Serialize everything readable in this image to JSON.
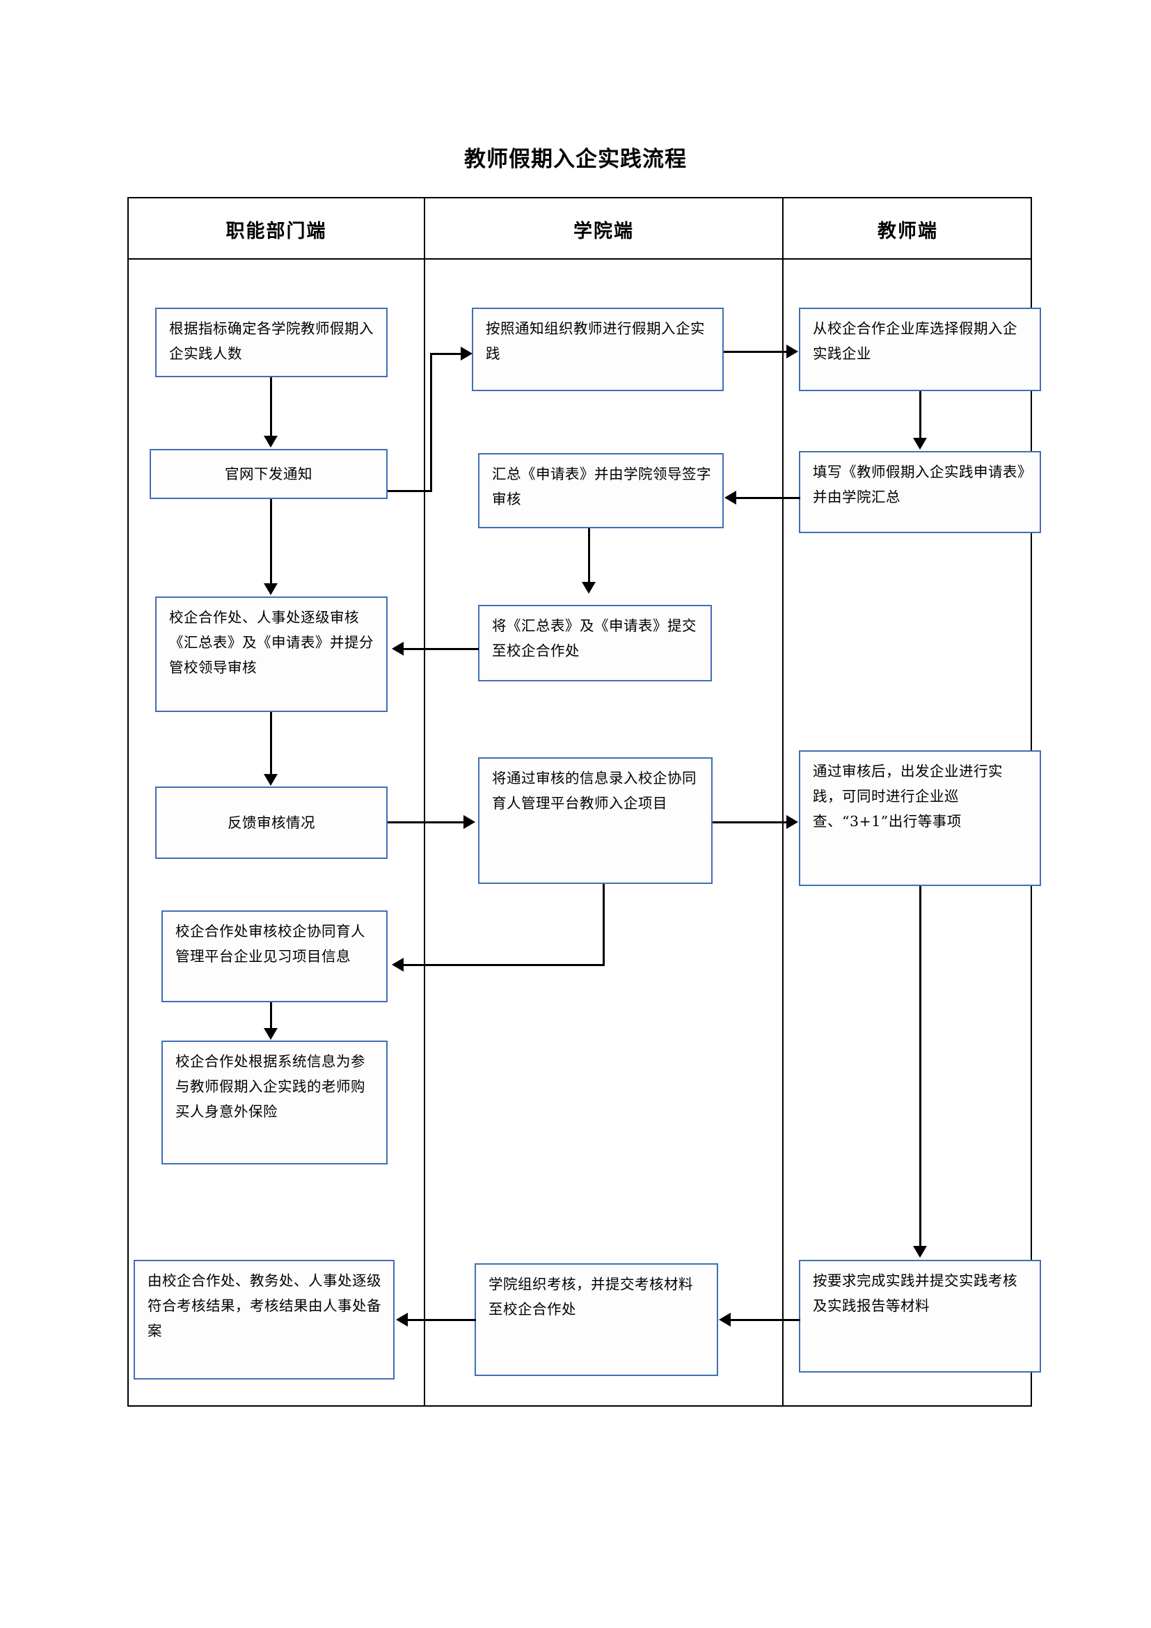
{
  "title": "教师假期入企实践流程",
  "columns": [
    {
      "id": "functional-dept",
      "header": "职能部门端"
    },
    {
      "id": "college",
      "header": "学院端"
    },
    {
      "id": "teacher",
      "header": "教师端"
    }
  ],
  "nodes": {
    "c1": [
      {
        "id": "c1n1",
        "text": "根据指标确定各学院教师假期入企实践人数"
      },
      {
        "id": "c1n2",
        "text": "官网下发通知"
      },
      {
        "id": "c1n3",
        "text": "校企合作处、人事处逐级审核《汇总表》及《申请表》并提分管校领导审核"
      },
      {
        "id": "c1n4",
        "text": "反馈审核情况"
      },
      {
        "id": "c1n5",
        "text": "校企合作处审核校企协同育人管理平台企业见习项目信息"
      },
      {
        "id": "c1n6",
        "text": "校企合作处根据系统信息为参与教师假期入企实践的老师购买人身意外保险"
      },
      {
        "id": "c1n7",
        "text": "由校企合作处、教务处、人事处逐级符合考核结果，考核结果由人事处备案"
      }
    ],
    "c2": [
      {
        "id": "c2n1",
        "text": "按照通知组织教师进行假期入企实践"
      },
      {
        "id": "c2n2",
        "text": "汇总《申请表》并由学院领导签字审核"
      },
      {
        "id": "c2n3",
        "text": "将《汇总表》及《申请表》提交至校企合作处"
      },
      {
        "id": "c2n4",
        "text": "将通过审核的信息录入校企协同育人管理平台教师入企项目"
      },
      {
        "id": "c2n5",
        "text": "学院组织考核，并提交考核材料至校企合作处"
      }
    ],
    "c3": [
      {
        "id": "c3n1",
        "text": "从校企合作企业库选择假期入企实践企业"
      },
      {
        "id": "c3n2",
        "text": "填写《教师假期入企实践申请表》并由学院汇总"
      },
      {
        "id": "c3n3",
        "text": "通过审核后，出发企业进行实践，可同时进行企业巡查、“3+1”出行等事项"
      },
      {
        "id": "c3n4",
        "text": "按要求完成实践并提交实践考核及实践报告等材料"
      }
    ]
  },
  "colors": {
    "node_border": "#3f6fb5",
    "frame": "#000000",
    "connector": "#000000",
    "background": "#ffffff"
  }
}
